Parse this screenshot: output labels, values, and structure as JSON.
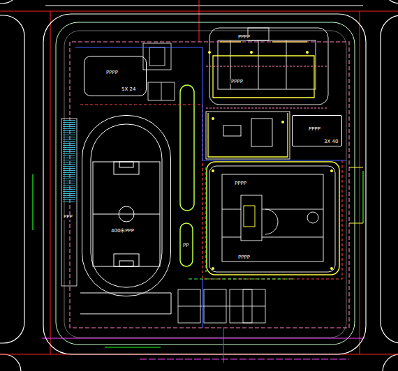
{
  "diagram": {
    "nodes": [
      {
        "text": [
          "PPPP",
          "5X 24"
        ]
      },
      {
        "text": [
          "PPPP",
          "3X 40"
        ]
      },
      {
        "text": [
          "400米PPP"
        ]
      },
      {
        "text": [
          "PPP"
        ]
      }
    ],
    "labels": [
      "PPPP",
      "PPPP",
      "PPPP",
      "PPPP",
      "PP"
    ]
  }
}
